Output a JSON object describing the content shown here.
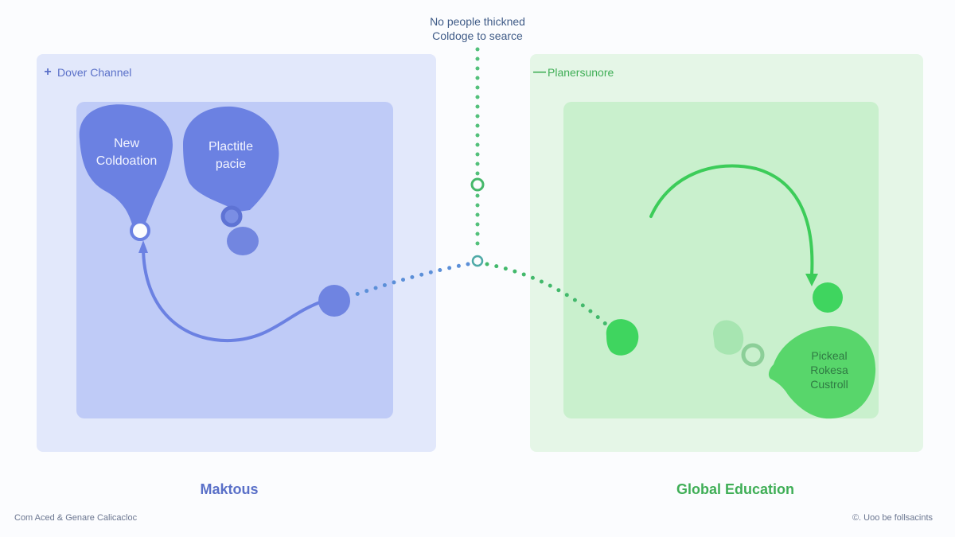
{
  "top_caption": {
    "line1": "No people thickned",
    "line2": "Coldoge to searce"
  },
  "left_panel": {
    "header_icon": "plus-icon",
    "header_label": "Dover Channel",
    "node1": {
      "line1": "New",
      "line2": "Coldoation"
    },
    "node2": {
      "line1": "Plactitle",
      "line2": "pacie"
    },
    "bottom_title": "Maktous",
    "color": "#5a70c8"
  },
  "right_panel": {
    "header_icon": "minus-icon",
    "header_label": "Planersunore",
    "node": {
      "line1": "Pickeal",
      "line2": "Rokesa",
      "line3": "Custroll"
    },
    "bottom_title": "Global Education",
    "color": "#3fae56"
  },
  "footer": {
    "left": "Com Aced & Genare Calicacloc",
    "right": "©. Uoo be follsacints"
  }
}
